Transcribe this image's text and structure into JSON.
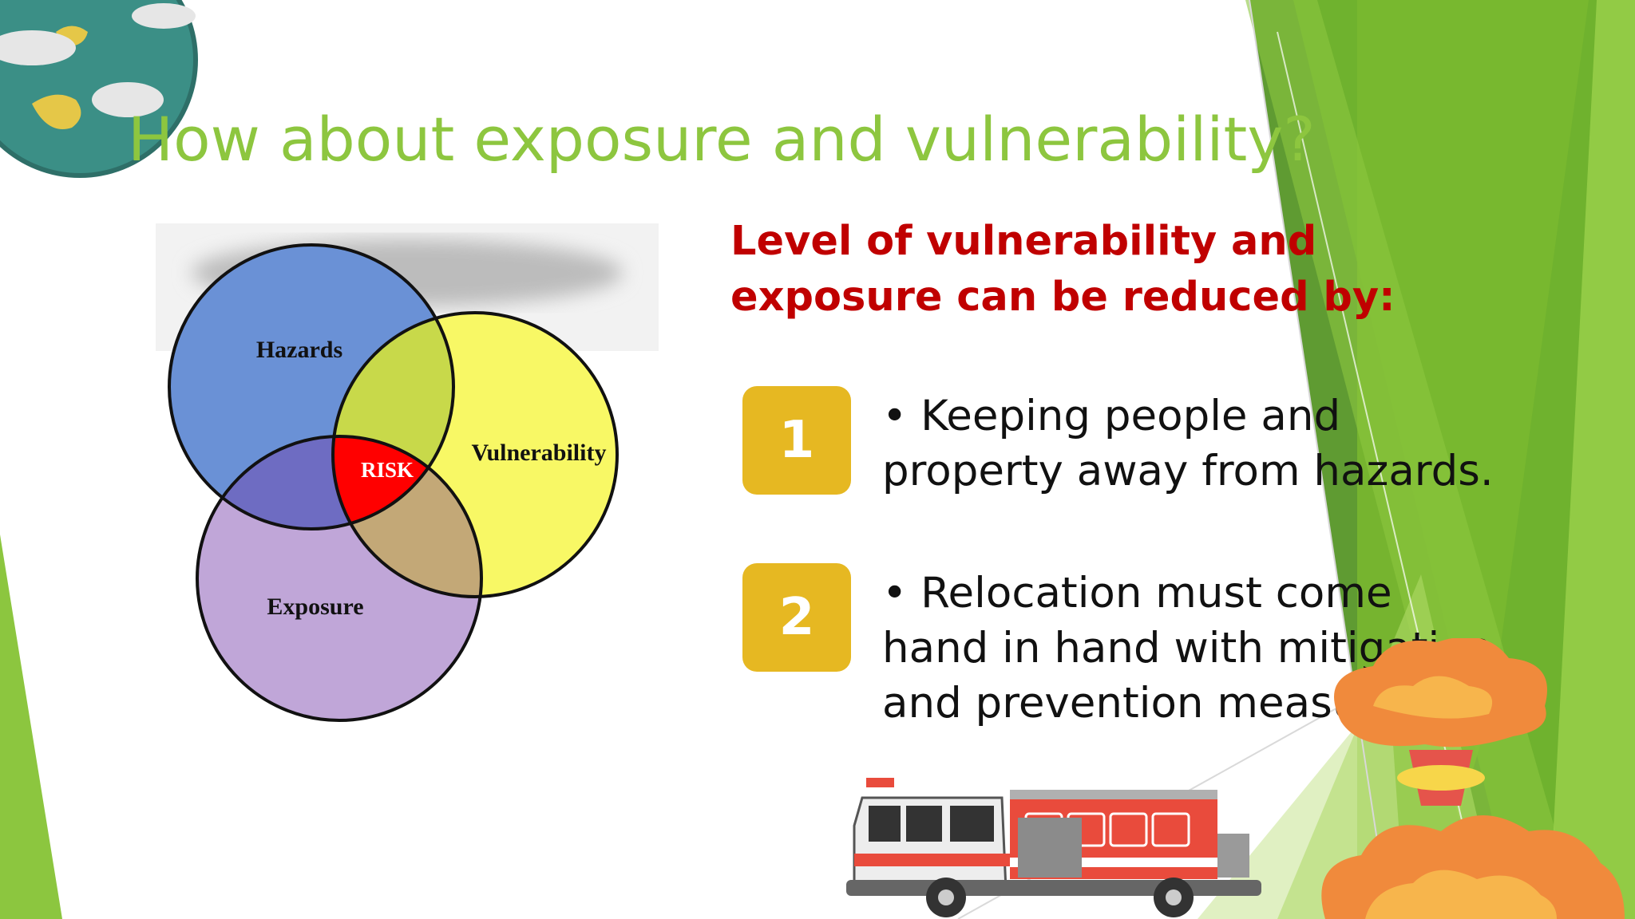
{
  "slide": {
    "title": "How about exposure and vulnerability?",
    "subtitle": "Level of vulnerability and exposure can be reduced by:",
    "points": [
      {
        "number": "1",
        "text": "• Keeping people and property away from hazards."
      },
      {
        "number": "2",
        "text": "• Relocation must come hand in hand with mitigation and prevention measures"
      }
    ]
  },
  "venn": {
    "circles": [
      {
        "label": "Hazards",
        "color": "#6a91d6"
      },
      {
        "label": "Vulnerability",
        "color": "#f8f865"
      },
      {
        "label": "Exposure",
        "color": "#c0a6d8"
      }
    ],
    "intersection_label": "RISK",
    "intersection_color": "#ff0000"
  },
  "colors": {
    "title": "#8dc63f",
    "subtitle": "#c00000",
    "badge": "#e6b822",
    "accent_green": "#6fb22e"
  },
  "decorations": {
    "top_left": "globe-icon",
    "bottom_center": "fire-truck-icon",
    "bottom_right": "explosion-icon"
  }
}
